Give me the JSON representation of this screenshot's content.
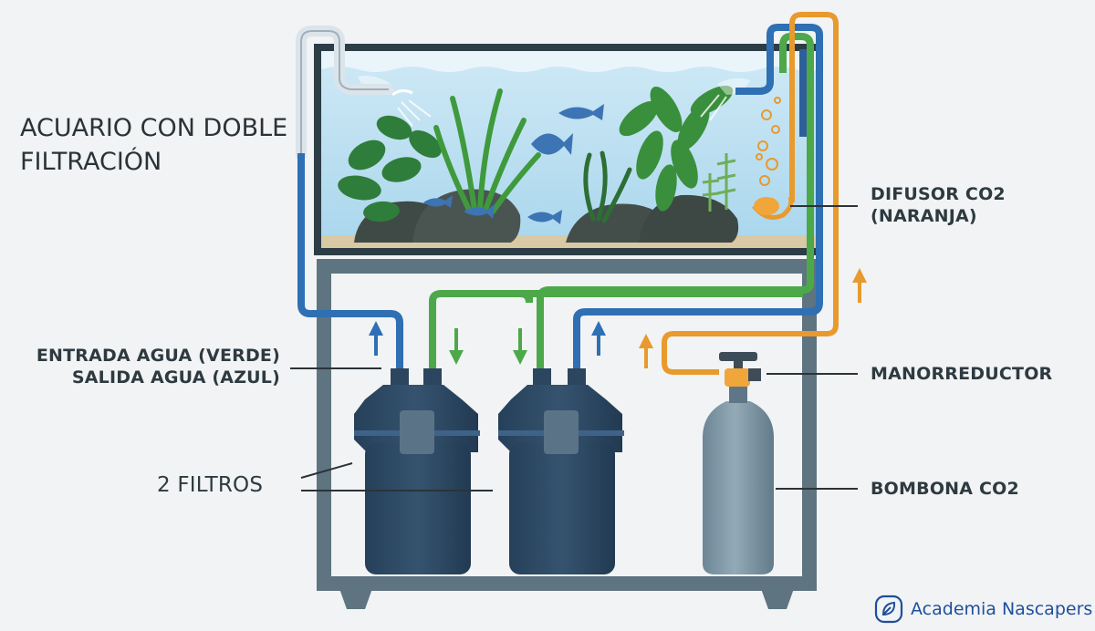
{
  "title": {
    "line1": "ACUARIO CON DOBLE",
    "line2": "FILTRACIÓN"
  },
  "labels": {
    "co2_diffuser_line1": "DIFUSOR CO2",
    "co2_diffuser_line2": "(NARANJA)",
    "water_in": "ENTRADA AGUA (VERDE)",
    "water_out": "SALIDA AGUA (AZUL)",
    "pressure_regulator": "MANORREDUCTOR",
    "filters": "2 FILTROS",
    "co2_tank": "BOMBONA CO2"
  },
  "brand": {
    "name": "Academia Nascapers",
    "icon": "leaf-logo-icon"
  },
  "colors": {
    "water_in": "#4da84a",
    "water_out": "#2f6fb3",
    "co2": "#e89a2c",
    "filter_body": "#2e4a66",
    "tank": "#7f97a6",
    "stand": "#5e7480",
    "brand": "#1f4f9c"
  }
}
